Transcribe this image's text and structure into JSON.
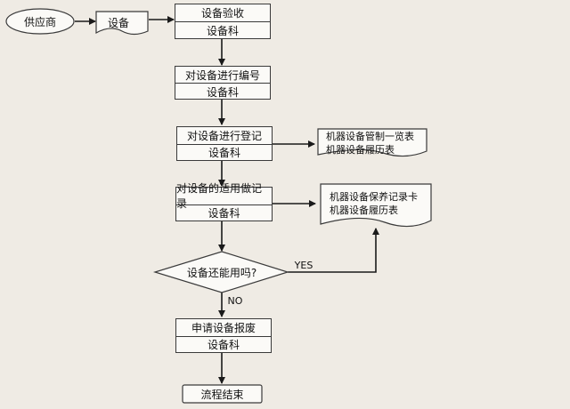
{
  "nodes": {
    "supplier": "供应商",
    "equipment_doc": "设备",
    "acceptance": {
      "title": "设备验收",
      "dept": "设备科"
    },
    "numbering": {
      "title": "对设备进行编号",
      "dept": "设备科"
    },
    "registration": {
      "title": "对设备进行登记",
      "dept": "设备科"
    },
    "usage_record": {
      "title": "对设备的适用做记录",
      "dept": "设备科"
    },
    "usable_decision": "设备还能用吗?",
    "scrap_request": {
      "title": "申请设备报废",
      "dept": "设备科"
    },
    "end": "流程结束"
  },
  "documents": {
    "registry_docs": [
      "机器设备管制一览表",
      "机器设备履历表"
    ],
    "maintenance_docs": [
      "机器设备保养记录卡",
      "机器设备履历表"
    ]
  },
  "edge_labels": {
    "yes": "YES",
    "no": "NO"
  },
  "colors": {
    "background": "#efebe4",
    "box_fill": "#fbfaf7",
    "line": "#1a1a1a"
  }
}
